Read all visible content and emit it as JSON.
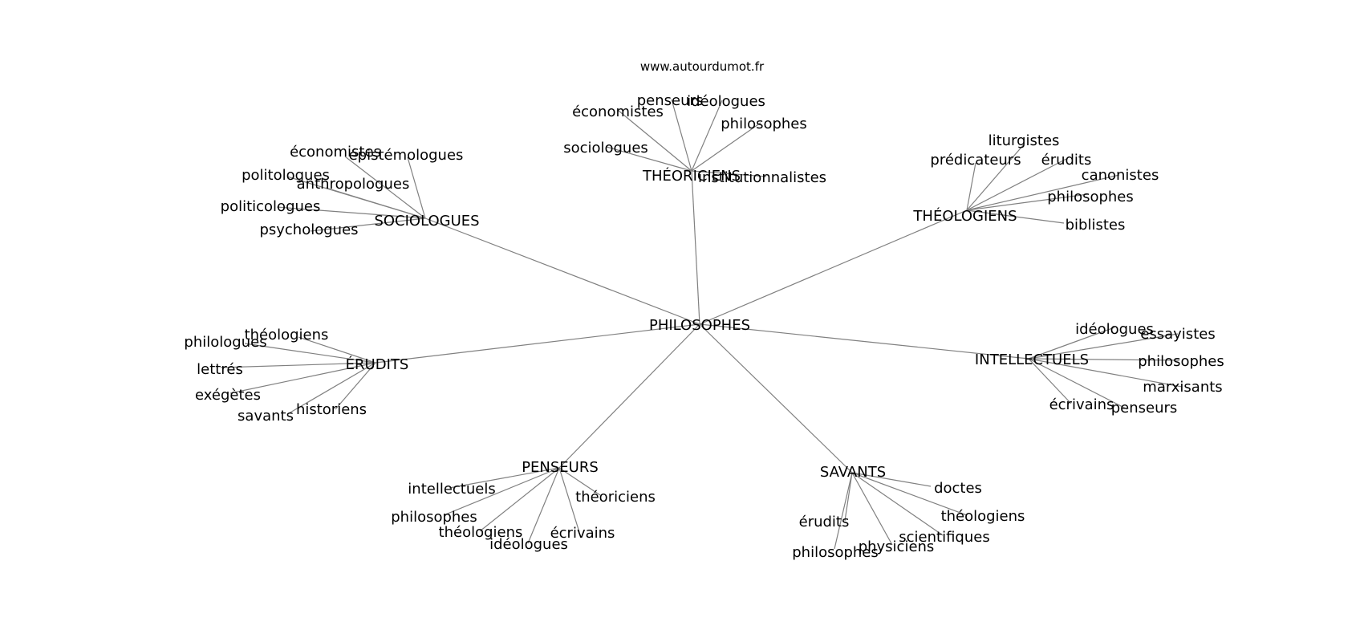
{
  "source": "www.autourdumot.fr",
  "center": "PHILOSOPHES",
  "clusters": [
    {
      "id": "theoriciens",
      "label": "THÉORICIENS",
      "leaves": [
        "penseurs",
        "idéologues",
        "économistes",
        "philosophes",
        "sociologues",
        "institutionnalistes"
      ]
    },
    {
      "id": "sociologues",
      "label": "SOCIOLOGUES",
      "leaves": [
        "économistes",
        "épistémologues",
        "politologues",
        "anthropologues",
        "politicologues",
        "psychologues"
      ]
    },
    {
      "id": "theologiens",
      "label": "THÉOLOGIENS",
      "leaves": [
        "liturgistes",
        "prédicateurs",
        "érudits",
        "canonistes",
        "philosophes",
        "biblistes"
      ]
    },
    {
      "id": "erudits",
      "label": "ÉRUDITS",
      "leaves": [
        "théologiens",
        "philologues",
        "lettrés",
        "exégètes",
        "historiens",
        "savants"
      ]
    },
    {
      "id": "intellectuels",
      "label": "INTELLECTUELS",
      "leaves": [
        "idéologues",
        "essayistes",
        "philosophes",
        "marxisants",
        "écrivains",
        "penseurs"
      ]
    },
    {
      "id": "penseurs",
      "label": "PENSEURS",
      "leaves": [
        "intellectuels",
        "théoriciens",
        "philosophes",
        "théologiens",
        "écrivains",
        "idéologues"
      ]
    },
    {
      "id": "savants",
      "label": "SAVANTS",
      "leaves": [
        "doctes",
        "théologiens",
        "érudits",
        "scientifiques",
        "physiciens",
        "philosophes"
      ]
    }
  ]
}
